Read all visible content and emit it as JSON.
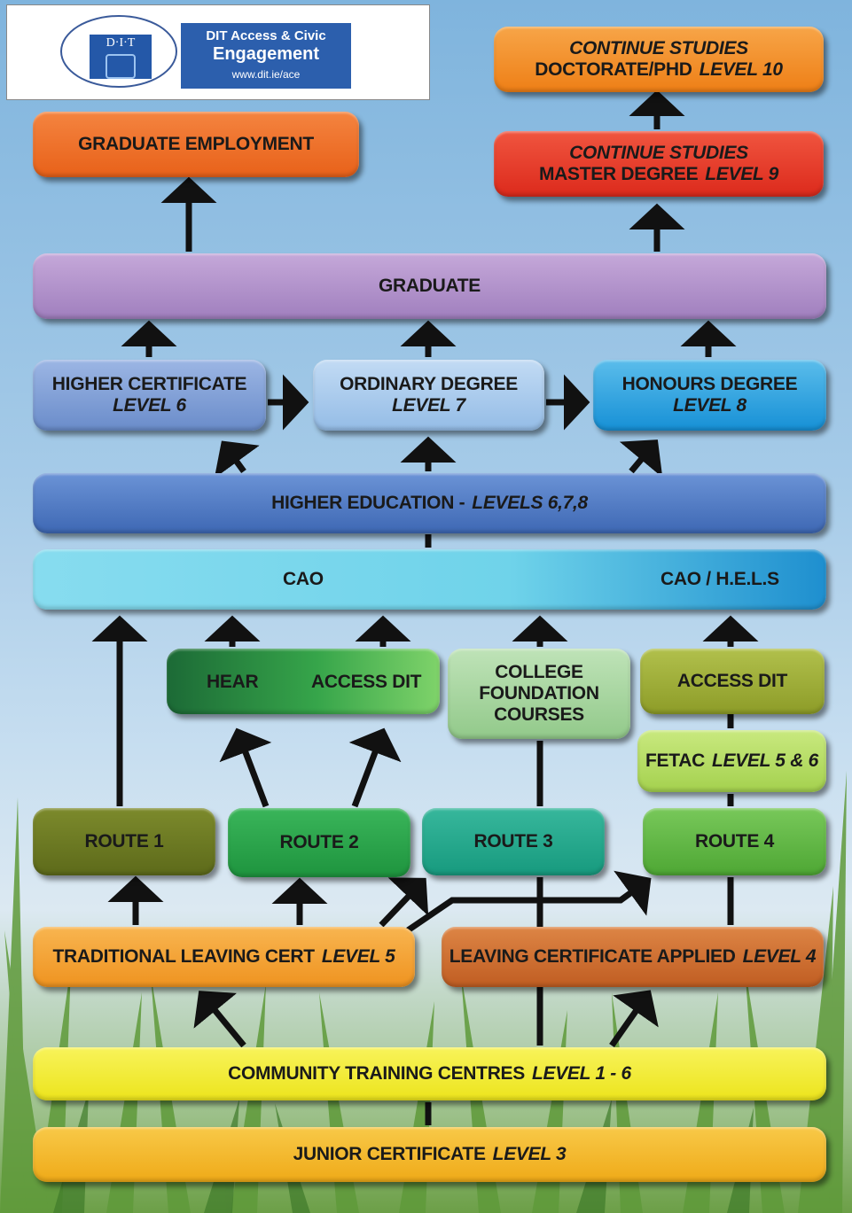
{
  "logo": {
    "seal_text": "D·I·T",
    "line1": "DIT Access & Civic",
    "line2": "Engagement",
    "url": "www.dit.ie/ace"
  },
  "boxes": {
    "doctorate": {
      "line1": "CONTINUE STUDIES",
      "line2a": "DOCTORATE/PHD",
      "line2b": "LEVEL 10"
    },
    "master": {
      "line1": "CONTINUE STUDIES",
      "line2a": "MASTER DEGREE",
      "line2b": "LEVEL 9"
    },
    "graduate_employment": {
      "label": "GRADUATE EMPLOYMENT"
    },
    "graduate": {
      "label": "GRADUATE"
    },
    "higher_certificate": {
      "line1": "HIGHER CERTIFICATE",
      "line2": "LEVEL 6"
    },
    "ordinary_degree": {
      "line1": "ORDINARY DEGREE",
      "line2": "LEVEL 7"
    },
    "honours_degree": {
      "line1": "HONOURS DEGREE",
      "line2": "LEVEL 8"
    },
    "higher_education": {
      "label": "HIGHER EDUCATION  -",
      "level": "LEVELS 6,7,8"
    },
    "cao": {
      "left": "CAO",
      "right": "CAO / H.E.L.S"
    },
    "hear_access": {
      "left": "HEAR",
      "right": "ACCESS DIT"
    },
    "college_foundation": {
      "line1": "COLLEGE",
      "line2": "FOUNDATION",
      "line3": "COURSES"
    },
    "access_dit": {
      "label": "ACCESS DIT"
    },
    "fetac": {
      "label": "FETAC",
      "level": "LEVEL 5 & 6"
    },
    "route1": {
      "label": "ROUTE 1"
    },
    "route2": {
      "label": "ROUTE 2"
    },
    "route3": {
      "label": "ROUTE 3"
    },
    "route4": {
      "label": "ROUTE 4"
    },
    "traditional_leaving_cert": {
      "label": "TRADITIONAL LEAVING CERT",
      "level": "LEVEL 5"
    },
    "leaving_cert_applied": {
      "label": "LEAVING CERTIFICATE APPLIED",
      "level": "LEVEL 4"
    },
    "community_training": {
      "label": "COMMUNITY TRAINING CENTRES",
      "level": "LEVEL 1 - 6"
    },
    "junior_certificate": {
      "label": "JUNIOR CERTIFICATE",
      "level": "LEVEL 3"
    }
  },
  "colors": {
    "doctorate": "#f28a1e",
    "master": "#e63222",
    "graduate_employment": "#ee6b22",
    "graduate": "#b18cc7",
    "higher_certificate": "#7f9fd6",
    "ordinary_degree": "#a6c8ec",
    "honours_degree": "#2ea3e0",
    "higher_education": "#4a78c4",
    "cao": "#5ccbe3",
    "hear_access": "#3aa84a",
    "college_foundation": "#a7d6a0",
    "access_dit": "#9aaa34",
    "fetac": "#b6dc62",
    "route1": "#6e7a22",
    "route2": "#2aa34a",
    "route3": "#24a68c",
    "route4": "#60b843",
    "traditional_leaving_cert": "#f5a233",
    "leaving_cert_applied": "#cf6d2d",
    "community_training": "#f1ec2a",
    "junior_certificate": "#f3b824"
  }
}
